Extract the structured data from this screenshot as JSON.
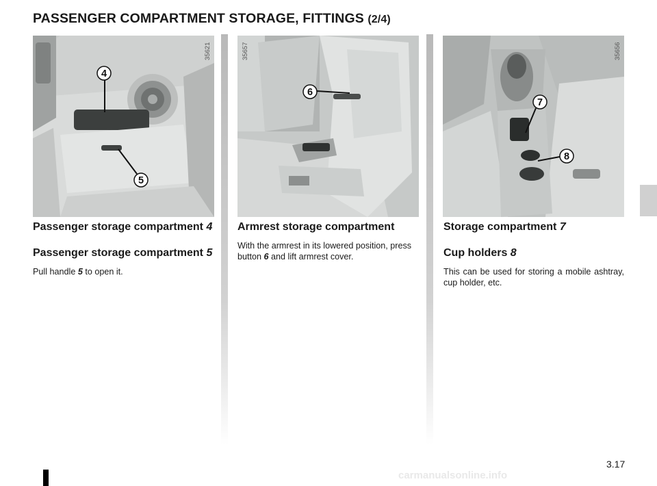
{
  "header": {
    "title": "PASSENGER COMPARTMENT STORAGE, FITTINGS",
    "title_suffix": "(2/4)"
  },
  "photos": [
    {
      "ref": "35621",
      "callouts": [
        "4",
        "5"
      ]
    },
    {
      "ref": "35657",
      "callouts": [
        "6"
      ]
    },
    {
      "ref": "35656",
      "callouts": [
        "7",
        "8"
      ]
    }
  ],
  "sections": {
    "col1": {
      "heading1": "Passenger storage compartment",
      "heading1_ref": "4",
      "heading2": "Passenger storage compartment",
      "heading2_ref": "5",
      "body_before": "Pull handle",
      "body_ref": "5",
      "body_after": "to open it."
    },
    "col2": {
      "heading": "Armrest storage compartment",
      "body_before": "With the armrest in its lowered position, press button",
      "body_ref": "6",
      "body_after": "and lift armrest cover."
    },
    "col3": {
      "heading1": "Storage compartment",
      "heading1_ref": "7",
      "heading2": "Cup holders",
      "heading2_ref": "8",
      "body": "This can be used for storing a mobile ashtray, cup holder, etc."
    }
  },
  "footer": {
    "page_number": "3.17",
    "watermark": "carmanualsonline.info"
  }
}
